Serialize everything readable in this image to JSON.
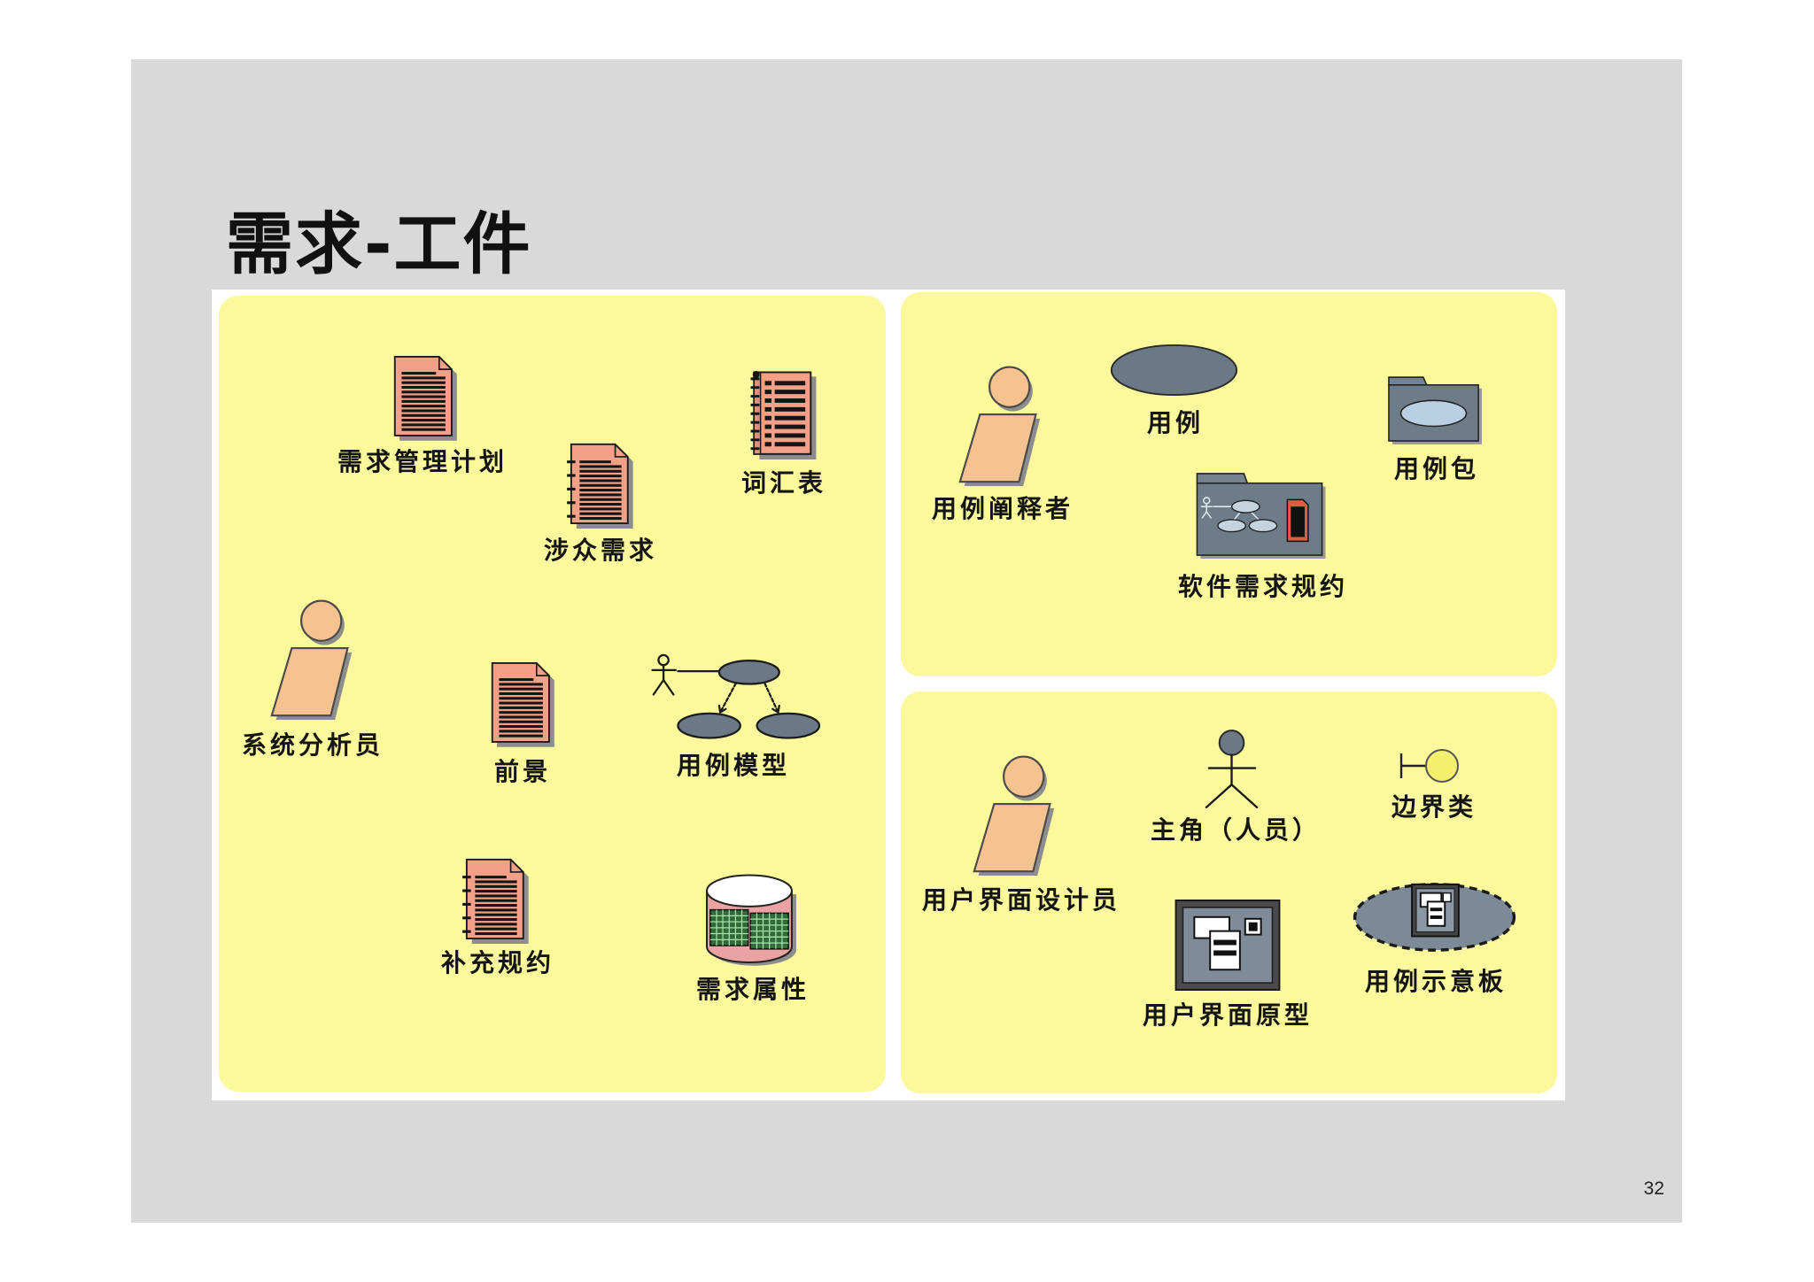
{
  "slide": {
    "title": "需求-工件",
    "page_number": "32"
  },
  "colors": {
    "slide_background": "#d9d9d9",
    "panel": "#fcf89c",
    "document": "#f2a188",
    "worker": "#f6c28f",
    "use_case": "#6b7886"
  },
  "panels": {
    "requirements": {
      "items": [
        {
          "label": "需求管理计划",
          "icon": "document-icon"
        },
        {
          "label": "涉众需求",
          "icon": "document-icon"
        },
        {
          "label": "词汇表",
          "icon": "glossary-icon"
        },
        {
          "label": "系统分析员",
          "icon": "worker-icon"
        },
        {
          "label": "前景",
          "icon": "document-icon"
        },
        {
          "label": "用例模型",
          "icon": "use-case-model-icon"
        },
        {
          "label": "补充规约",
          "icon": "document-icon"
        },
        {
          "label": "需求属性",
          "icon": "database-icon"
        }
      ]
    },
    "use_cases": {
      "items": [
        {
          "label": "用例阐释者",
          "icon": "worker-icon"
        },
        {
          "label": "用例",
          "icon": "use-case-icon"
        },
        {
          "label": "用例包",
          "icon": "package-icon"
        },
        {
          "label": "软件需求规约",
          "icon": "specification-package-icon"
        }
      ]
    },
    "user_interface": {
      "items": [
        {
          "label": "用户界面设计员",
          "icon": "worker-icon"
        },
        {
          "label": "主角（人员）",
          "icon": "actor-icon"
        },
        {
          "label": "边界类",
          "icon": "boundary-class-icon"
        },
        {
          "label": "用户界面原型",
          "icon": "ui-prototype-icon"
        },
        {
          "label": "用例示意板",
          "icon": "storyboard-icon"
        }
      ]
    }
  }
}
